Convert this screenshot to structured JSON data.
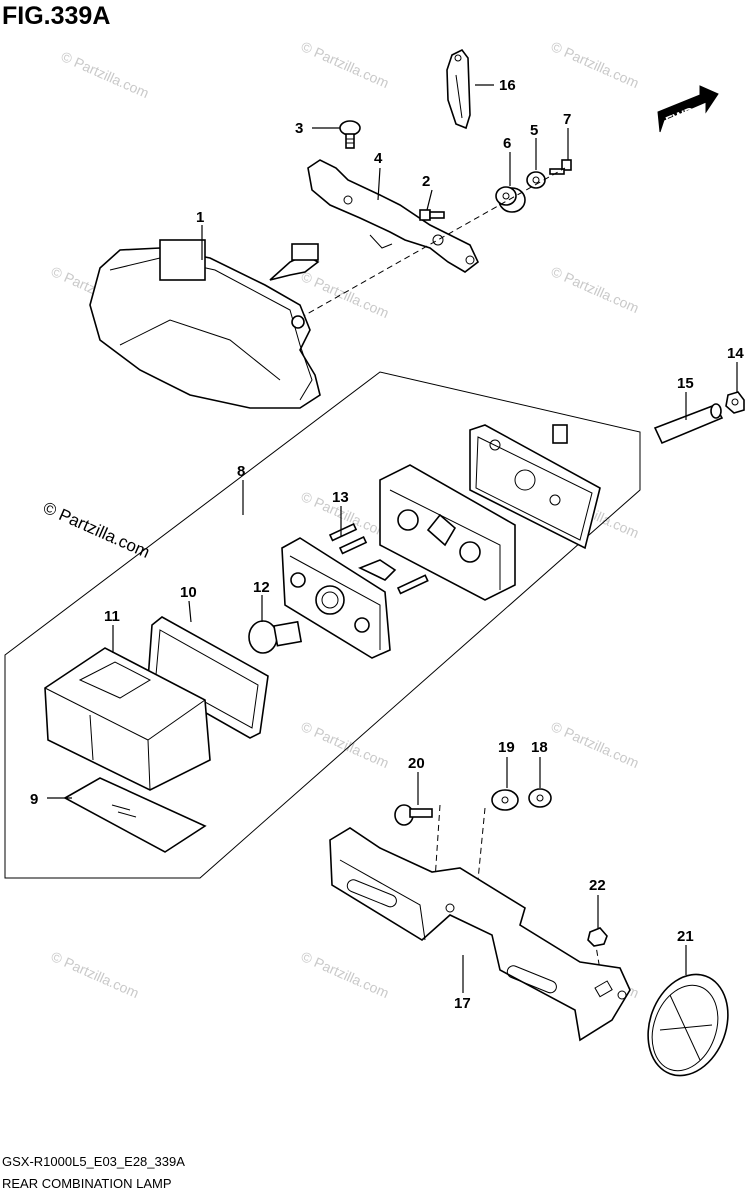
{
  "figure": {
    "title": "FIG.339A",
    "code": "GSX-R1000L5_E03_E28_339A",
    "name": "REAR COMBINATION LAMP",
    "direction_label": "FWD"
  },
  "watermark": {
    "large": "© Partzilla.com",
    "small": "© Partzilla.com"
  },
  "callouts": [
    "1",
    "2",
    "3",
    "4",
    "5",
    "6",
    "7",
    "8",
    "9",
    "10",
    "11",
    "12",
    "13",
    "14",
    "15",
    "16",
    "17",
    "18",
    "19",
    "20",
    "21",
    "22"
  ]
}
